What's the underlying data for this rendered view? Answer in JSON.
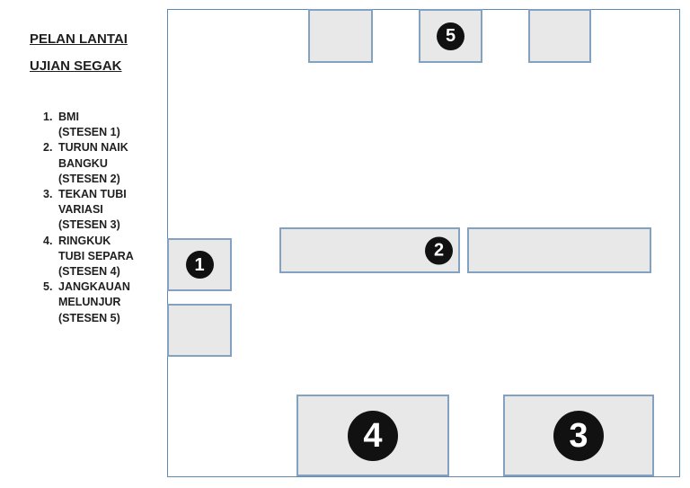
{
  "title": {
    "line1": "PELAN LANTAI",
    "line2": "UJIAN SEGAK"
  },
  "legend": {
    "items": [
      {
        "num": "1.",
        "lines": [
          "BMI",
          "(STESEN 1)"
        ]
      },
      {
        "num": "2.",
        "lines": [
          "TURUN NAIK",
          "BANGKU",
          "(STESEN 2)"
        ]
      },
      {
        "num": "3.",
        "lines": [
          "TEKAN TUBI",
          "VARIASI",
          "(STESEN 3)"
        ]
      },
      {
        "num": "4.",
        "lines": [
          "RINGKUK",
          "TUBI SEPARA",
          "(STESEN 4)"
        ]
      },
      {
        "num": "5.",
        "lines": [
          "JANGKAUAN",
          "MELUNJUR",
          "(STESEN 5)"
        ]
      }
    ]
  },
  "plan": {
    "markers": {
      "station1": "1",
      "station2": "2",
      "station3": "3",
      "station4": "4",
      "station5": "5"
    }
  },
  "colors": {
    "box_fill": "#e8e8e8",
    "box_border": "#83a1c1",
    "plan_border": "#5f8ab4",
    "marker_bg": "#111111",
    "marker_text": "#ffffff",
    "text": "#1f1f1f",
    "background": "#ffffff"
  }
}
